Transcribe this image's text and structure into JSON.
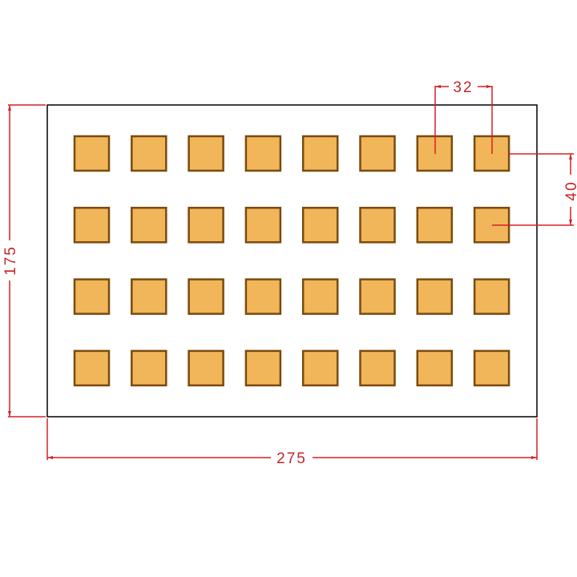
{
  "drawing": {
    "grid": {
      "rows": 4,
      "columns": 8
    },
    "colors": {
      "pad_fill": "#f2b65a",
      "pad_edge": "#7a4a0e",
      "outline": "#000000",
      "dimension": "#d42028"
    },
    "dimensions": {
      "pitch_x": "32",
      "pitch_y": "40",
      "height": "175",
      "width": "275"
    }
  }
}
